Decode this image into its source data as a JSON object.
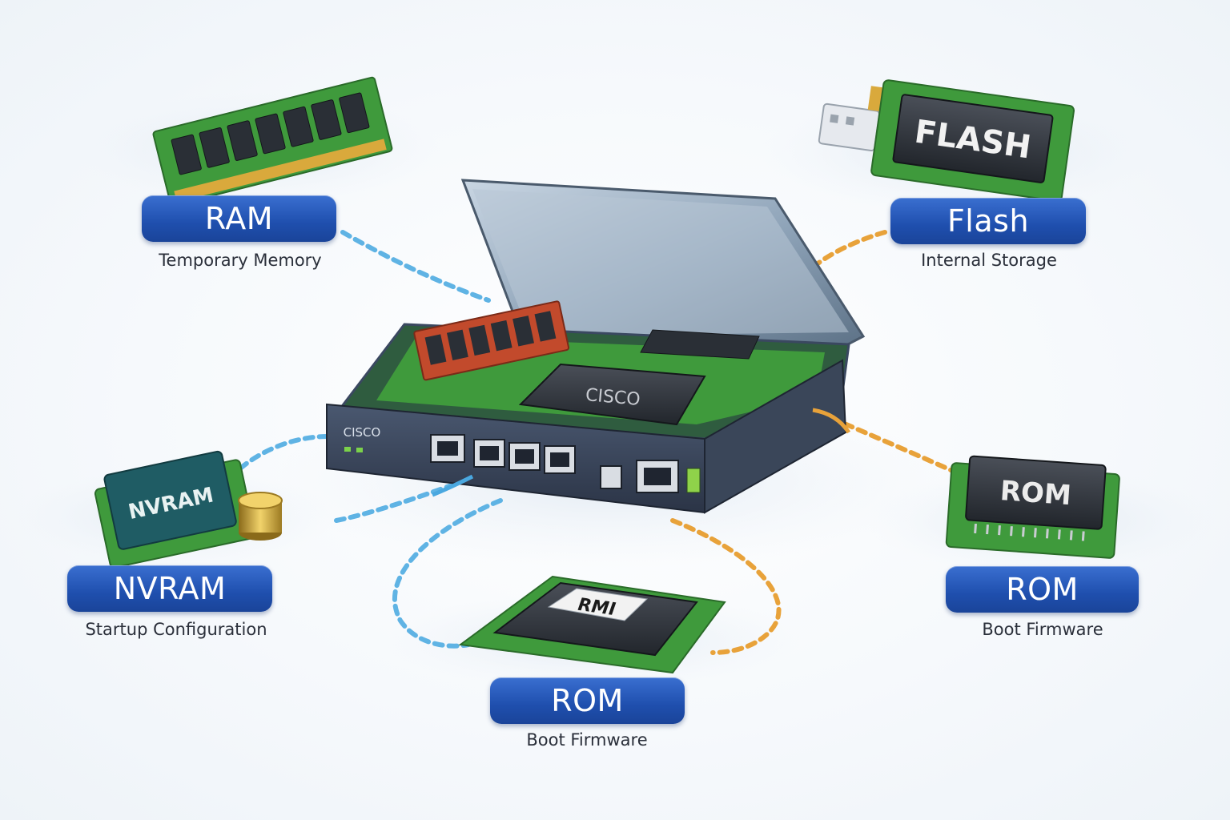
{
  "components": {
    "ram": {
      "label": "RAM",
      "caption": "Temporary Memory"
    },
    "flash": {
      "label": "Flash",
      "caption": "Internal Storage",
      "chip_text": "FLASH"
    },
    "nvram": {
      "label": "NVRAM",
      "caption": "Startup Configuration",
      "chip_text": "NVRAM"
    },
    "rom_right": {
      "label": "ROM",
      "caption": "Boot Firmware",
      "chip_text": "ROM"
    },
    "rom_bottom": {
      "label": "ROM",
      "caption": "Boot Firmware",
      "chip_text": "RMI"
    }
  },
  "router": {
    "brand": "CISCO"
  },
  "colors": {
    "pill": "#1f4fae",
    "blue_link": "#4aa8e0",
    "orange_link": "#e8a23a",
    "pcb": "#2f8a3a"
  }
}
